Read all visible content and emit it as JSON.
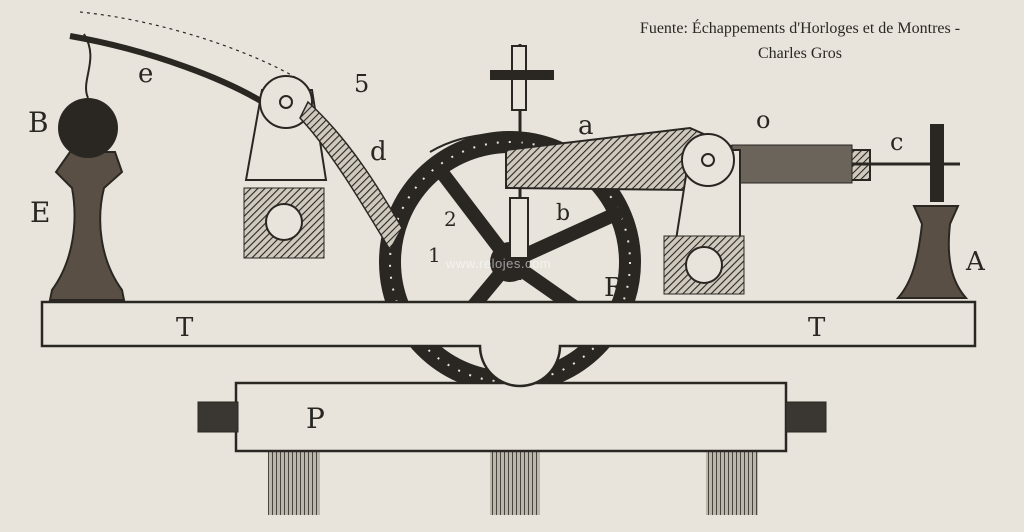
{
  "credit": {
    "line1": "Fuente: Échappements d'Horloges et de Montres -",
    "line2": "Charles Gros"
  },
  "watermark": "www.relojes.com",
  "labels": {
    "B": "B",
    "E": "E",
    "e": "e",
    "five": "5",
    "d": "d",
    "two": "2",
    "one": "1",
    "a": "a",
    "o": "o",
    "c": "c",
    "b": "b",
    "R": "R",
    "A": "A",
    "T_left": "T",
    "T_right": "T",
    "P": "P"
  },
  "colors": {
    "paper": "#e8e4dc",
    "ink": "#2a2723"
  }
}
